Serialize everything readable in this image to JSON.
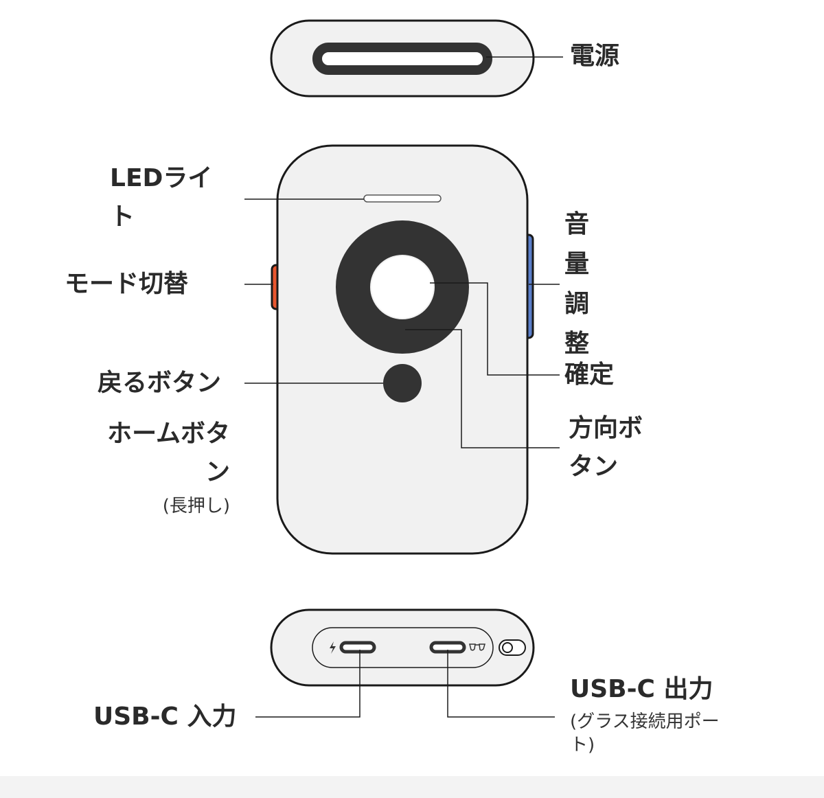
{
  "labels": {
    "power": "電源",
    "led_light": "LEDライト",
    "mode_switch": "モード切替",
    "back_button": "戻るボタン",
    "home_button": "ホームボタン",
    "home_button_note": "(長押し)",
    "volume": "音量調整",
    "confirm": "確定",
    "direction_button": "方向ボタン",
    "usb_in": "USB-C 入力",
    "usb_out": "USB-C 出力",
    "usb_out_note": "(グラス接続用ポート)"
  },
  "icons": {
    "charge": "lightning-icon",
    "glasses": "glasses-icon"
  },
  "colors": {
    "outline": "#1a1a1a",
    "body_fill": "#f1f1f1",
    "dpad": "#333333",
    "mode_switch": "#e8562f",
    "volume_rocker": "#5b7fcb",
    "leader_line": "#1a1a1a"
  }
}
